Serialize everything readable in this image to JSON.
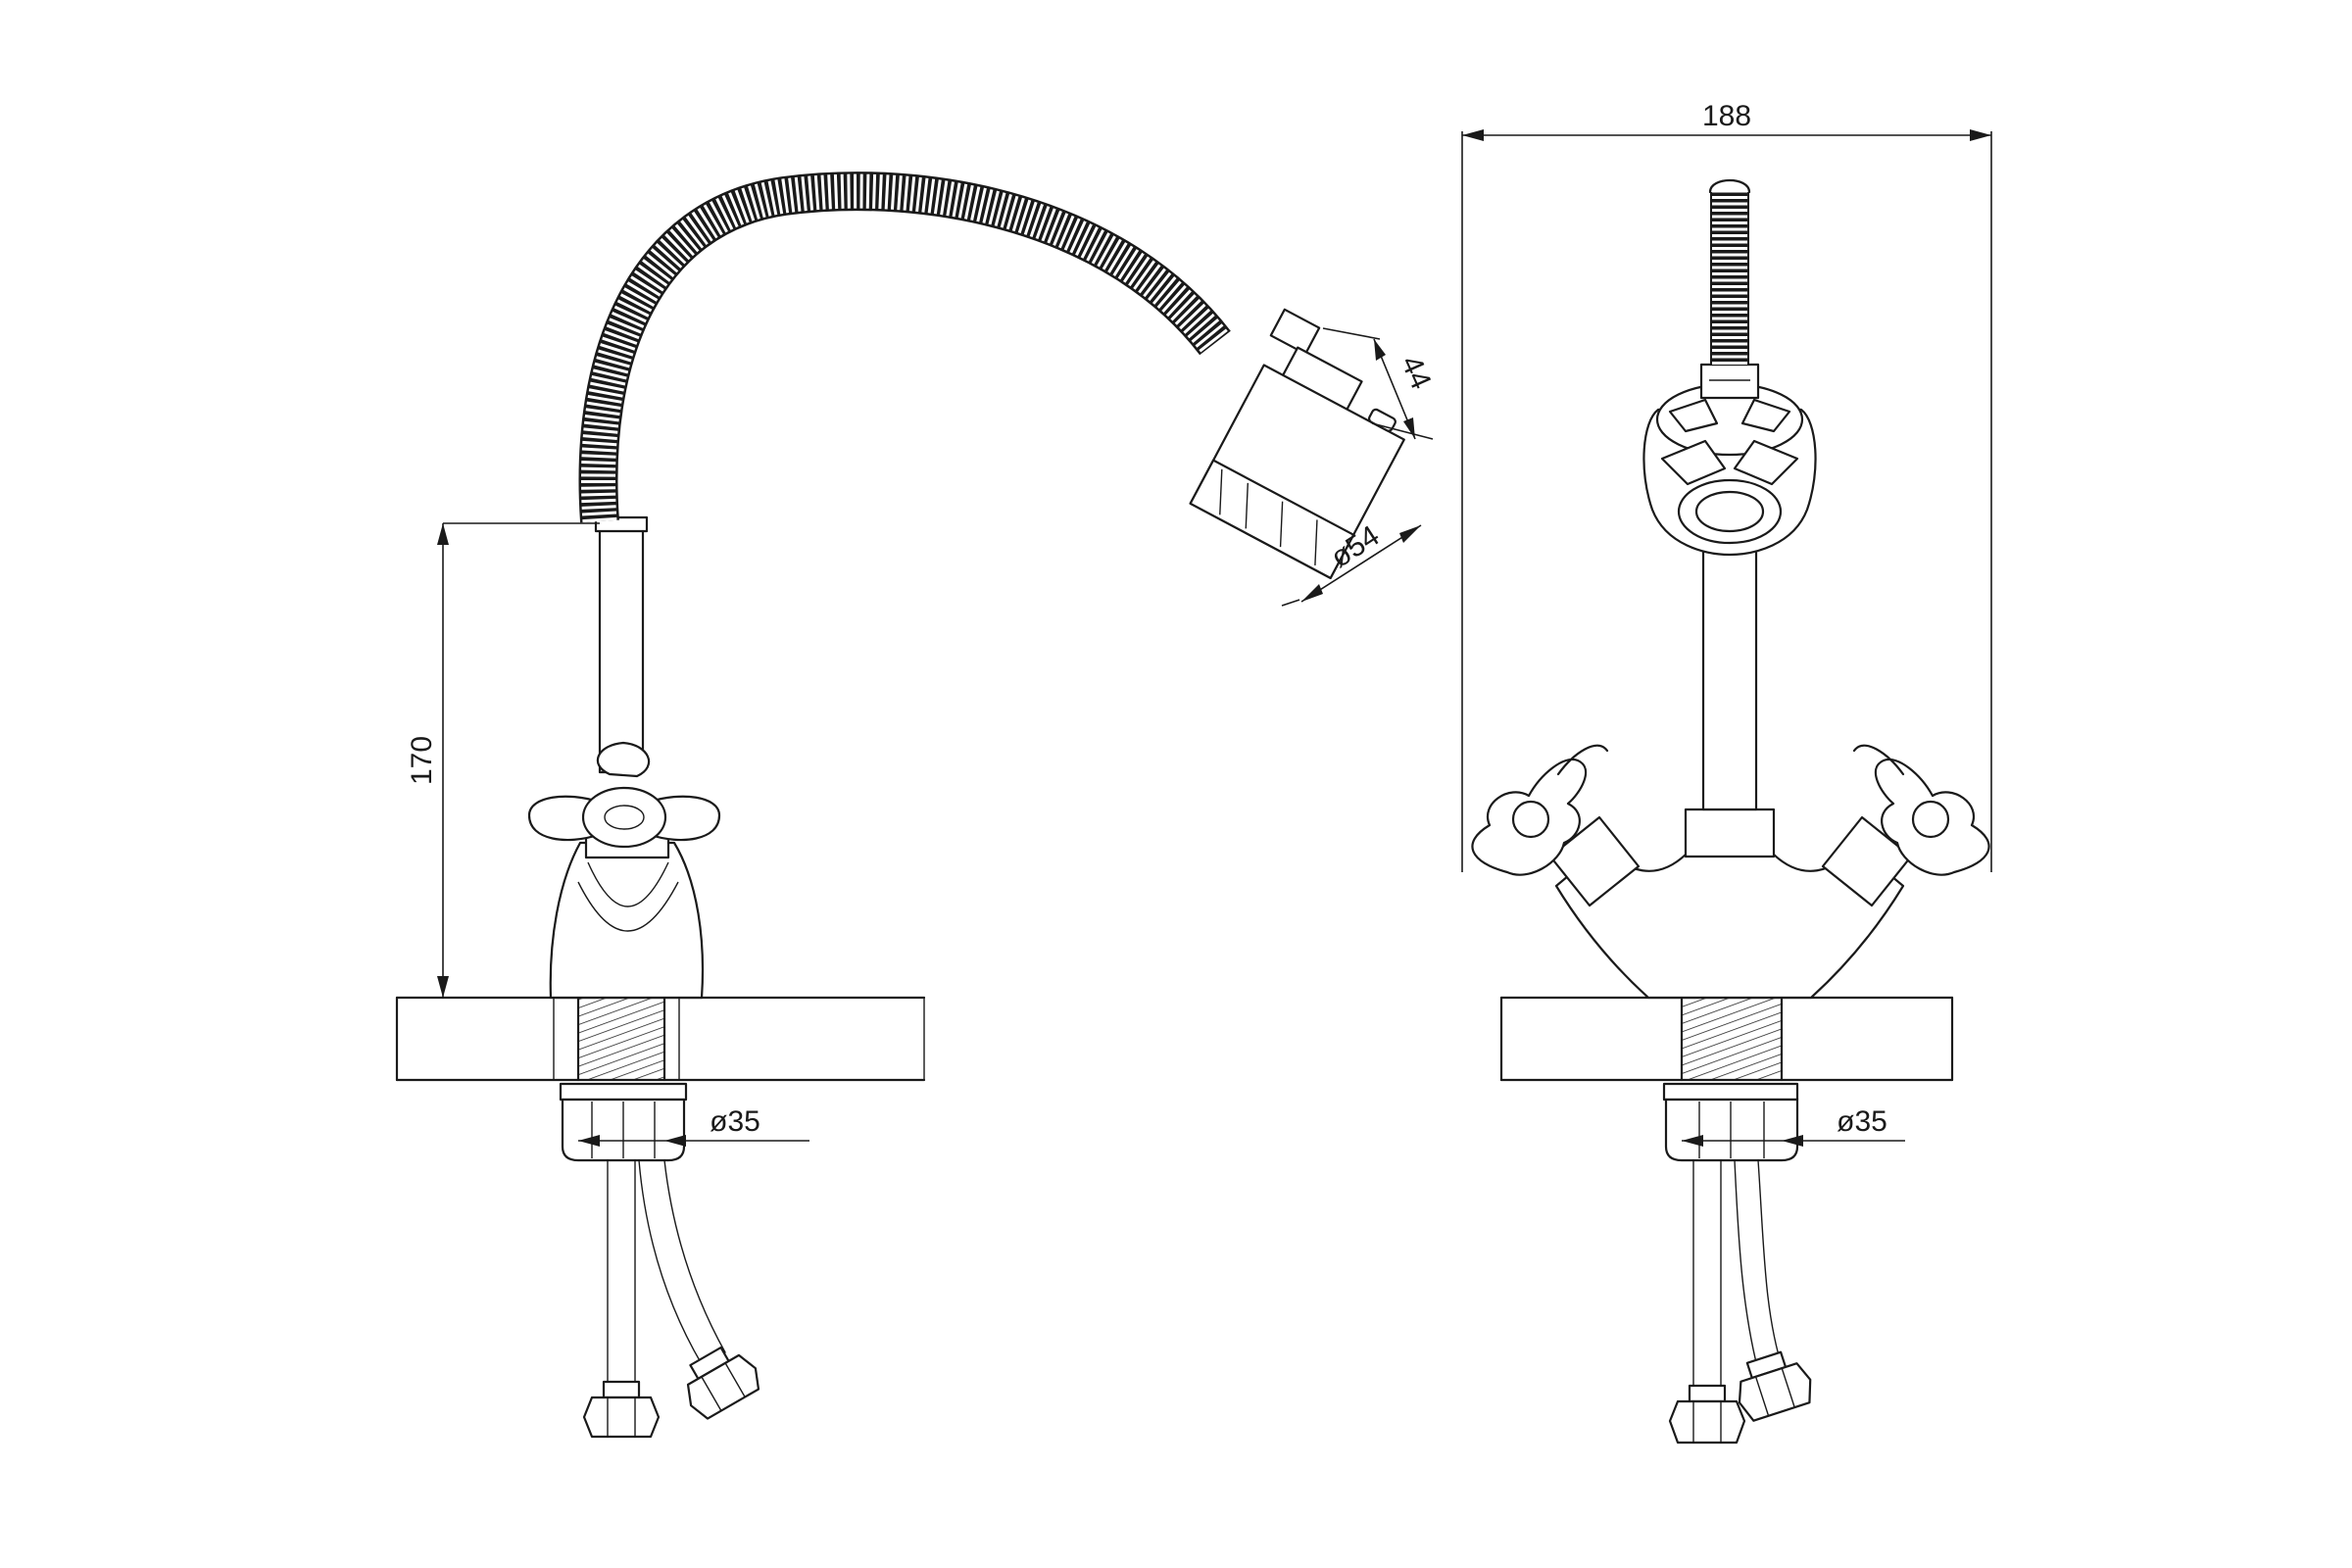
{
  "dimensions": {
    "height": "170",
    "width": "188",
    "outlet_height": "44",
    "outlet_diameter": "ø54",
    "mount_diameter_side": "ø35",
    "mount_diameter_front": "ø35"
  },
  "colors": {
    "line": "#1a1a1a",
    "background": "#ffffff"
  }
}
